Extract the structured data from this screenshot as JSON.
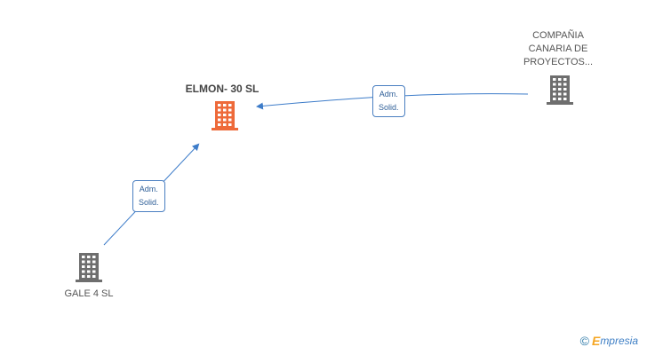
{
  "colors": {
    "main_building": "#ee6a3a",
    "building": "#6e6e6e",
    "edge": "#3d7cc9"
  },
  "nodes": {
    "main": {
      "label": "ELMON- 30 SL",
      "icon": "building-icon"
    },
    "compania": {
      "label": "COMPAÑIA\nCANARIA DE\nPROYECTOS...",
      "icon": "building-icon"
    },
    "gale": {
      "label": "GALE 4 SL",
      "icon": "building-icon"
    }
  },
  "edges": [
    {
      "from": "compania",
      "to": "main",
      "label": "Adm.\nSolid."
    },
    {
      "from": "gale",
      "to": "main",
      "label": "Adm.\nSolid."
    }
  ],
  "footer": {
    "copyright_symbol": "©",
    "brand_initial": "E",
    "brand_rest": "mpresia"
  }
}
